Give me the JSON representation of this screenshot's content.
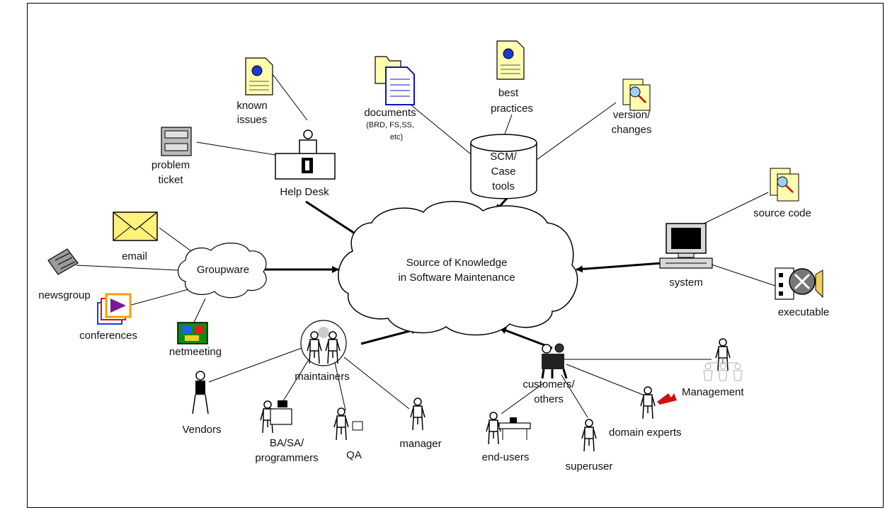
{
  "labels": {
    "cloud_line1": "Source of Knowledge",
    "cloud_line2": "in Software Maintenance",
    "known_issues_1": "known",
    "known_issues_2": "issues",
    "documents": "documents",
    "documents_sub_1": "(BRD, FS,SS,",
    "documents_sub_2": "etc)",
    "best_practices_1": "best",
    "best_practices_2": "practices",
    "version_changes_1": "version/",
    "version_changes_2": "changes",
    "problem_ticket_1": "problem",
    "problem_ticket_2": "ticket",
    "help_desk": "Help Desk",
    "scm_1": "SCM/",
    "scm_2": "Case",
    "scm_3": "tools",
    "source_code": "source code",
    "system": "system",
    "executable": "executable",
    "email": "email",
    "groupware": "Groupware",
    "newsgroup": "newsgroup",
    "conferences": "conferences",
    "netmeeting": "netmeeting",
    "maintainers": "maintainers",
    "vendors": "Vendors",
    "ba_sa_1": "BA/SA/",
    "ba_sa_2": "programmers",
    "qa": "QA",
    "manager": "manager",
    "customers_1": "customers/",
    "customers_2": "others",
    "management": "Management",
    "end_users": "end-users",
    "superuser": "superuser",
    "domain_experts": "domain experts"
  },
  "colors": {
    "document_yellow": "#fffdb0",
    "document_blue": "#1010c8",
    "envelope_yellow": "#fff27a",
    "conference_purple": "#7a1a9a",
    "conference_orange": "#f5a000",
    "netmeeting_green": "#108a10",
    "management_red": "#d01010",
    "management_gray": "#b0b0b0"
  }
}
